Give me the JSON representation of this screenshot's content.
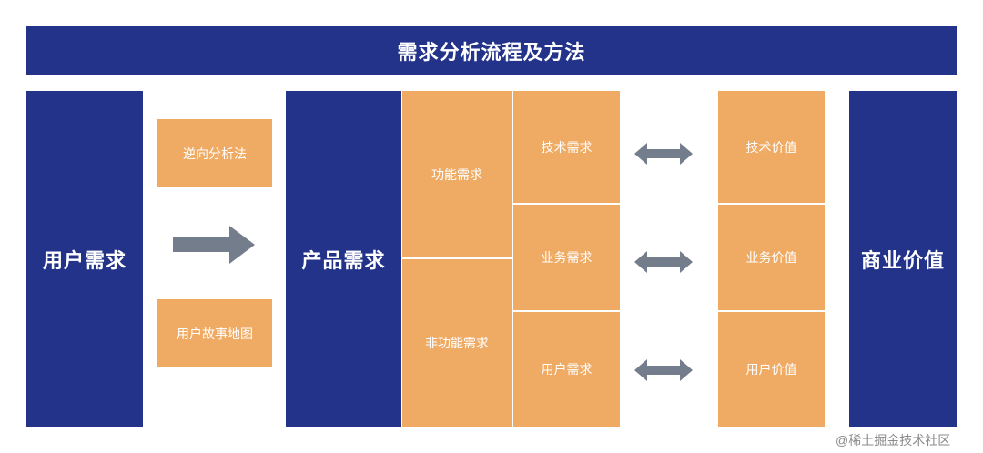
{
  "header": {
    "title": "需求分析流程及方法"
  },
  "left": {
    "user_needs": "用户需求",
    "method_top": "逆向分析法",
    "method_bottom": "用户故事地图"
  },
  "product": {
    "label": "产品需求",
    "functional": "功能需求",
    "non_functional": "非功能需求",
    "items": [
      "技术需求",
      "业务需求",
      "用户需求"
    ]
  },
  "values": {
    "items": [
      "技术价值",
      "业务价值",
      "用户价值"
    ]
  },
  "right": {
    "business_value": "商业价值"
  },
  "watermark": "@稀土掘金技术社区",
  "colors": {
    "navy": "#24338a",
    "orange": "#efaa63",
    "arrow": "#737d8c"
  }
}
